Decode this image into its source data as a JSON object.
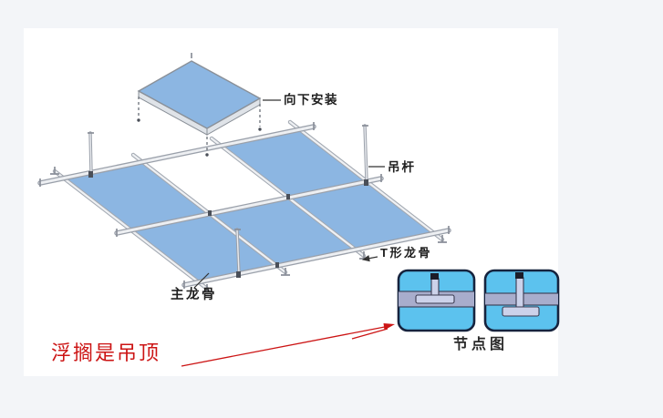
{
  "colors": {
    "page_bg": "#f3f5f8",
    "content_bg": "#ffffff",
    "panel_blue": "#8cb6e2",
    "detail_box_blue": "#5cc2ee",
    "detail_box_border": "#16233e",
    "band_purple": "#a8adcc",
    "profile_fill": "#ccd2ea",
    "red_accent": "#cc1414",
    "label_color": "#1f1f1f"
  },
  "diagram": {
    "labels": {
      "install_down": "向下安装",
      "hanger_rod": "吊杆",
      "t_keel": "T形龙骨",
      "main_keel": "主龙骨",
      "node_diagram": "节点图",
      "caption_red": "浮搁是吊顶"
    },
    "structure": {
      "type": "isometric-suspended-ceiling-grid",
      "grid_rows": 2,
      "grid_cols": 3,
      "blue_panels": 5,
      "empty_cell": "back-middle",
      "floating_panel": 1,
      "hanger_rods": 3,
      "detail_boxes": 2
    }
  }
}
